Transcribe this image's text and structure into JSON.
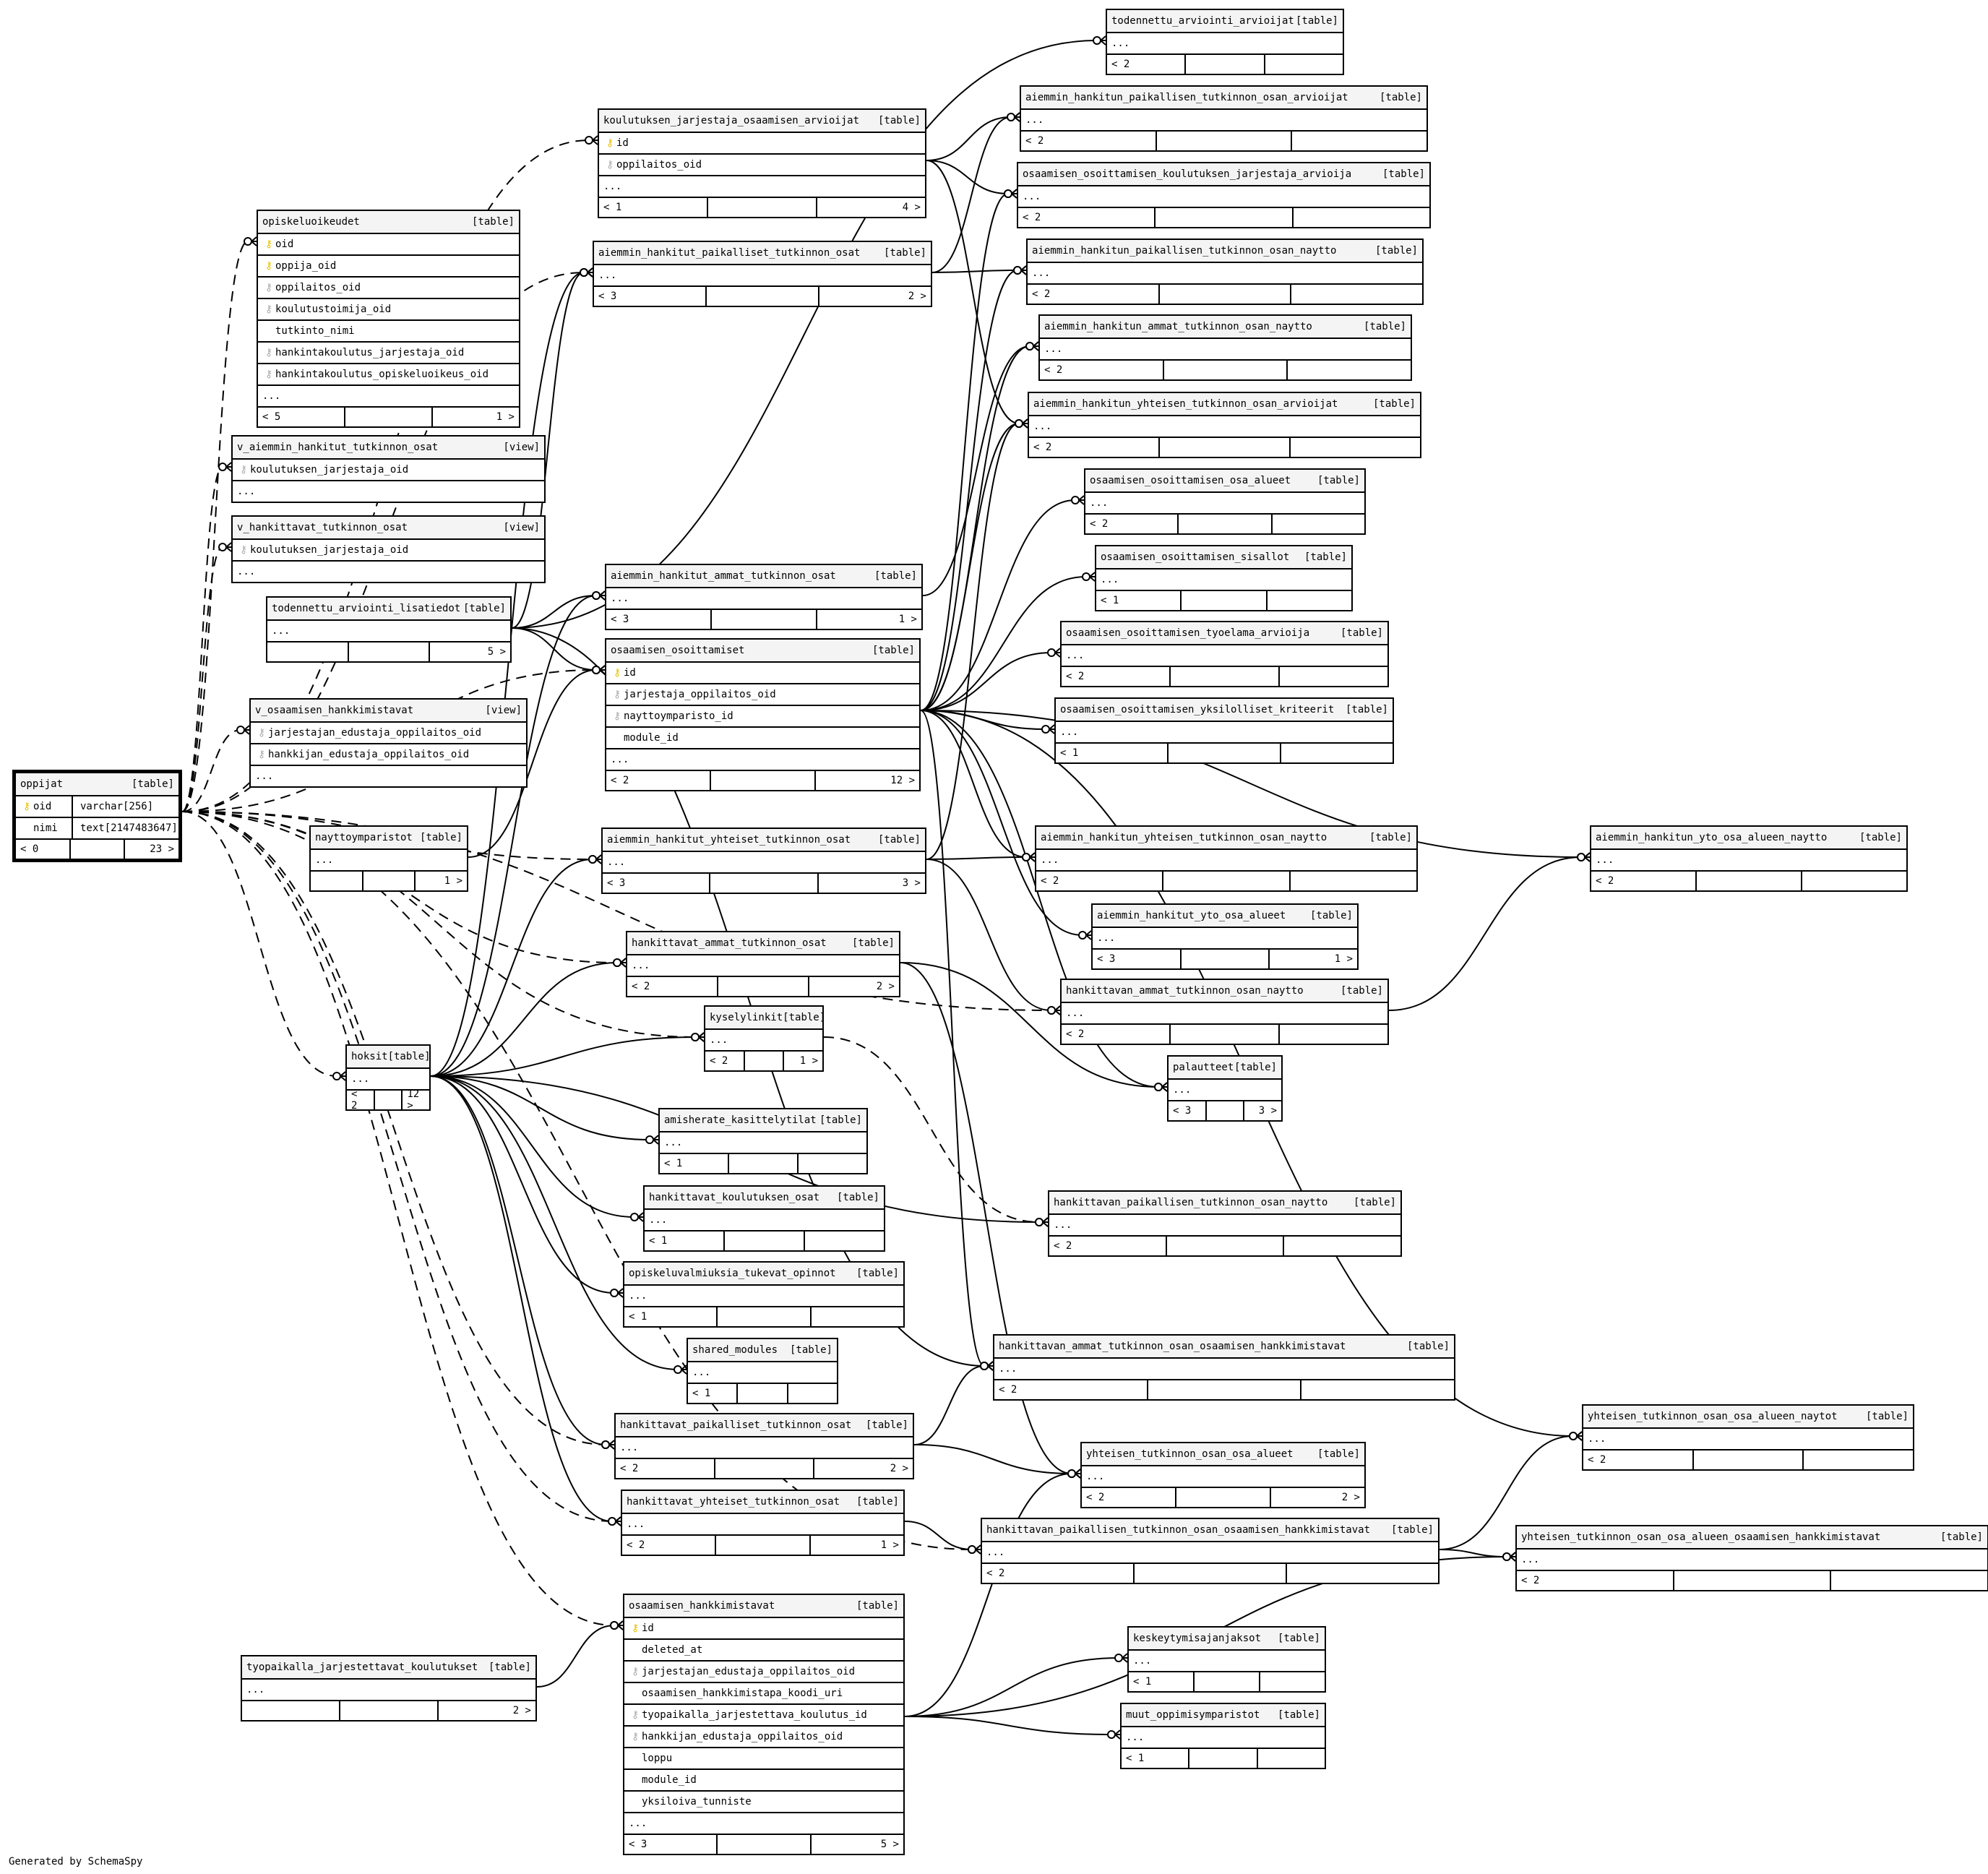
{
  "footer": "Generated by SchemaSpy",
  "tables": [
    {
      "name": "oppijat",
      "kind": "[table]",
      "columns": [
        {
          "key": "pk",
          "name": "oid",
          "type": "varchar[256]"
        },
        {
          "key": "",
          "name": "nimi",
          "type": "text[2147483647]"
        }
      ],
      "footer": [
        "< 0",
        "",
        "23 >"
      ]
    },
    {
      "name": "opiskeluoikeudet",
      "kind": "[table]",
      "columns": [
        {
          "key": "pk",
          "name": "oid"
        },
        {
          "key": "pk",
          "name": "oppija_oid"
        },
        {
          "key": "fk",
          "name": "oppilaitos_oid"
        },
        {
          "key": "fk",
          "name": "koulutustoimija_oid"
        },
        {
          "key": "",
          "name": "tutkinto_nimi"
        },
        {
          "key": "fk",
          "name": "hankintakoulutus_jarjestaja_oid"
        },
        {
          "key": "fk",
          "name": "hankintakoulutus_opiskeluoikeus_oid"
        },
        {
          "key": "",
          "name": "..."
        }
      ],
      "footer": [
        "< 5",
        "",
        "1 >"
      ]
    },
    {
      "name": "v_aiemmin_hankitut_tutkinnon_osat",
      "kind": "[view]",
      "columns": [
        {
          "key": "fk",
          "name": "koulutuksen_jarjestaja_oid"
        },
        {
          "key": "",
          "name": "..."
        }
      ],
      "footer": null
    },
    {
      "name": "v_hankittavat_tutkinnon_osat",
      "kind": "[view]",
      "columns": [
        {
          "key": "fk",
          "name": "koulutuksen_jarjestaja_oid"
        },
        {
          "key": "",
          "name": "..."
        }
      ],
      "footer": null
    },
    {
      "name": "todennettu_arviointi_lisatiedot",
      "kind": "[table]",
      "columns": [
        {
          "key": "",
          "name": "..."
        }
      ],
      "footer": [
        "",
        "",
        "5 >"
      ]
    },
    {
      "name": "v_osaamisen_hankkimistavat",
      "kind": "[view]",
      "columns": [
        {
          "key": "fk",
          "name": "jarjestajan_edustaja_oppilaitos_oid"
        },
        {
          "key": "fk",
          "name": "hankkijan_edustaja_oppilaitos_oid"
        },
        {
          "key": "",
          "name": "..."
        }
      ],
      "footer": null
    },
    {
      "name": "nayttoymparistot",
      "kind": "[table]",
      "columns": [
        {
          "key": "",
          "name": "..."
        }
      ],
      "footer": [
        "",
        "",
        "1 >"
      ]
    },
    {
      "name": "hoksit",
      "kind": "[table]",
      "columns": [
        {
          "key": "",
          "name": "..."
        }
      ],
      "footer": [
        "< 2",
        "",
        "12 >"
      ]
    },
    {
      "name": "tyopaikalla_jarjestettavat_koulutukset",
      "kind": "[table]",
      "columns": [
        {
          "key": "",
          "name": "..."
        }
      ],
      "footer": [
        "",
        "",
        "2 >"
      ]
    },
    {
      "name": "koulutuksen_jarjestaja_osaamisen_arvioijat",
      "kind": "[table]",
      "columns": [
        {
          "key": "pk",
          "name": "id"
        },
        {
          "key": "fk",
          "name": "oppilaitos_oid"
        },
        {
          "key": "",
          "name": "..."
        }
      ],
      "footer": [
        "< 1",
        "",
        "4 >"
      ]
    },
    {
      "name": "aiemmin_hankitut_paikalliset_tutkinnon_osat",
      "kind": "[table]",
      "columns": [
        {
          "key": "",
          "name": "..."
        }
      ],
      "footer": [
        "< 3",
        "",
        "2 >"
      ]
    },
    {
      "name": "aiemmin_hankitut_ammat_tutkinnon_osat",
      "kind": "[table]",
      "columns": [
        {
          "key": "",
          "name": "..."
        }
      ],
      "footer": [
        "< 3",
        "",
        "1 >"
      ]
    },
    {
      "name": "osaamisen_osoittamiset",
      "kind": "[table]",
      "columns": [
        {
          "key": "pk",
          "name": "id"
        },
        {
          "key": "fk",
          "name": "jarjestaja_oppilaitos_oid"
        },
        {
          "key": "fk",
          "name": "nayttoymparisto_id"
        },
        {
          "key": "",
          "name": "module_id"
        },
        {
          "key": "",
          "name": "..."
        }
      ],
      "footer": [
        "< 2",
        "",
        "12 >"
      ]
    },
    {
      "name": "aiemmin_hankitut_yhteiset_tutkinnon_osat",
      "kind": "[table]",
      "columns": [
        {
          "key": "",
          "name": "..."
        }
      ],
      "footer": [
        "< 3",
        "",
        "3 >"
      ]
    },
    {
      "name": "hankittavat_ammat_tutkinnon_osat",
      "kind": "[table]",
      "columns": [
        {
          "key": "",
          "name": "..."
        }
      ],
      "footer": [
        "< 2",
        "",
        "2 >"
      ]
    },
    {
      "name": "kyselylinkit",
      "kind": "[table]",
      "columns": [
        {
          "key": "",
          "name": "..."
        }
      ],
      "footer": [
        "< 2",
        "",
        "1 >"
      ]
    },
    {
      "name": "amisherate_kasittelytilat",
      "kind": "[table]",
      "columns": [
        {
          "key": "",
          "name": "..."
        }
      ],
      "footer": [
        "< 1",
        "",
        ""
      ]
    },
    {
      "name": "hankittavat_koulutuksen_osat",
      "kind": "[table]",
      "columns": [
        {
          "key": "",
          "name": "..."
        }
      ],
      "footer": [
        "< 1",
        "",
        ""
      ]
    },
    {
      "name": "opiskeluvalmiuksia_tukevat_opinnot",
      "kind": "[table]",
      "columns": [
        {
          "key": "",
          "name": "..."
        }
      ],
      "footer": [
        "< 1",
        "",
        ""
      ]
    },
    {
      "name": "shared_modules",
      "kind": "[table]",
      "columns": [
        {
          "key": "",
          "name": "..."
        }
      ],
      "footer": [
        "< 1",
        "",
        ""
      ]
    },
    {
      "name": "hankittavat_paikalliset_tutkinnon_osat",
      "kind": "[table]",
      "columns": [
        {
          "key": "",
          "name": "..."
        }
      ],
      "footer": [
        "< 2",
        "",
        "2 >"
      ]
    },
    {
      "name": "hankittavat_yhteiset_tutkinnon_osat",
      "kind": "[table]",
      "columns": [
        {
          "key": "",
          "name": "..."
        }
      ],
      "footer": [
        "< 2",
        "",
        "1 >"
      ]
    },
    {
      "name": "osaamisen_hankkimistavat",
      "kind": "[table]",
      "columns": [
        {
          "key": "pk",
          "name": "id"
        },
        {
          "key": "",
          "name": "deleted_at"
        },
        {
          "key": "fk",
          "name": "jarjestajan_edustaja_oppilaitos_oid"
        },
        {
          "key": "",
          "name": "osaamisen_hankkimistapa_koodi_uri"
        },
        {
          "key": "fk",
          "name": "tyopaikalla_jarjestettava_koulutus_id"
        },
        {
          "key": "fk",
          "name": "hankkijan_edustaja_oppilaitos_oid"
        },
        {
          "key": "",
          "name": "loppu"
        },
        {
          "key": "",
          "name": "module_id"
        },
        {
          "key": "",
          "name": "yksiloiva_tunniste"
        },
        {
          "key": "",
          "name": "..."
        }
      ],
      "footer": [
        "< 3",
        "",
        "5 >"
      ]
    },
    {
      "name": "todennettu_arviointi_arvioijat",
      "kind": "[table]",
      "columns": [
        {
          "key": "",
          "name": "..."
        }
      ],
      "footer": [
        "< 2",
        "",
        ""
      ]
    },
    {
      "name": "aiemmin_hankitun_paikallisen_tutkinnon_osan_arvioijat",
      "kind": "[table]",
      "columns": [
        {
          "key": "",
          "name": "..."
        }
      ],
      "footer": [
        "< 2",
        "",
        ""
      ]
    },
    {
      "name": "osaamisen_osoittamisen_koulutuksen_jarjestaja_arvioija",
      "kind": "[table]",
      "columns": [
        {
          "key": "",
          "name": "..."
        }
      ],
      "footer": [
        "< 2",
        "",
        ""
      ]
    },
    {
      "name": "aiemmin_hankitun_paikallisen_tutkinnon_osan_naytto",
      "kind": "[table]",
      "columns": [
        {
          "key": "",
          "name": "..."
        }
      ],
      "footer": [
        "< 2",
        "",
        ""
      ]
    },
    {
      "name": "aiemmin_hankitun_ammat_tutkinnon_osan_naytto",
      "kind": "[table]",
      "columns": [
        {
          "key": "",
          "name": "..."
        }
      ],
      "footer": [
        "< 2",
        "",
        ""
      ]
    },
    {
      "name": "aiemmin_hankitun_yhteisen_tutkinnon_osan_arvioijat",
      "kind": "[table]",
      "columns": [
        {
          "key": "",
          "name": "..."
        }
      ],
      "footer": [
        "< 2",
        "",
        ""
      ]
    },
    {
      "name": "osaamisen_osoittamisen_osa_alueet",
      "kind": "[table]",
      "columns": [
        {
          "key": "",
          "name": "..."
        }
      ],
      "footer": [
        "< 2",
        "",
        ""
      ]
    },
    {
      "name": "osaamisen_osoittamisen_sisallot",
      "kind": "[table]",
      "columns": [
        {
          "key": "",
          "name": "..."
        }
      ],
      "footer": [
        "< 1",
        "",
        ""
      ]
    },
    {
      "name": "osaamisen_osoittamisen_tyoelama_arvioija",
      "kind": "[table]",
      "columns": [
        {
          "key": "",
          "name": "..."
        }
      ],
      "footer": [
        "< 2",
        "",
        ""
      ]
    },
    {
      "name": "osaamisen_osoittamisen_yksilolliset_kriteerit",
      "kind": "[table]",
      "columns": [
        {
          "key": "",
          "name": "..."
        }
      ],
      "footer": [
        "< 1",
        "",
        ""
      ]
    },
    {
      "name": "aiemmin_hankitun_yhteisen_tutkinnon_osan_naytto",
      "kind": "[table]",
      "columns": [
        {
          "key": "",
          "name": "..."
        }
      ],
      "footer": [
        "< 2",
        "",
        ""
      ]
    },
    {
      "name": "aiemmin_hankitut_yto_osa_alueet",
      "kind": "[table]",
      "columns": [
        {
          "key": "",
          "name": "..."
        }
      ],
      "footer": [
        "< 3",
        "",
        "1 >"
      ]
    },
    {
      "name": "hankittavan_ammat_tutkinnon_osan_naytto",
      "kind": "[table]",
      "columns": [
        {
          "key": "",
          "name": "..."
        }
      ],
      "footer": [
        "< 2",
        "",
        ""
      ]
    },
    {
      "name": "palautteet",
      "kind": "[table]",
      "columns": [
        {
          "key": "",
          "name": "..."
        }
      ],
      "footer": [
        "< 3",
        "",
        "3 >"
      ]
    },
    {
      "name": "hankittavan_paikallisen_tutkinnon_osan_naytto",
      "kind": "[table]",
      "columns": [
        {
          "key": "",
          "name": "..."
        }
      ],
      "footer": [
        "< 2",
        "",
        ""
      ]
    },
    {
      "name": "hankittavan_ammat_tutkinnon_osan_osaamisen_hankkimistavat",
      "kind": "[table]",
      "columns": [
        {
          "key": "",
          "name": "..."
        }
      ],
      "footer": [
        "< 2",
        "",
        ""
      ]
    },
    {
      "name": "yhteisen_tutkinnon_osan_osa_alueet",
      "kind": "[table]",
      "columns": [
        {
          "key": "",
          "name": "..."
        }
      ],
      "footer": [
        "< 2",
        "",
        "2 >"
      ]
    },
    {
      "name": "hankittavan_paikallisen_tutkinnon_osan_osaamisen_hankkimistavat",
      "kind": "[table]",
      "columns": [
        {
          "key": "",
          "name": "..."
        }
      ],
      "footer": [
        "< 2",
        "",
        ""
      ]
    },
    {
      "name": "keskeytymisajanjaksot",
      "kind": "[table]",
      "columns": [
        {
          "key": "",
          "name": "..."
        }
      ],
      "footer": [
        "< 1",
        "",
        ""
      ]
    },
    {
      "name": "muut_oppimisymparistot",
      "kind": "[table]",
      "columns": [
        {
          "key": "",
          "name": "..."
        }
      ],
      "footer": [
        "< 1",
        "",
        ""
      ]
    },
    {
      "name": "aiemmin_hankitun_yto_osa_alueen_naytto",
      "kind": "[table]",
      "columns": [
        {
          "key": "",
          "name": "..."
        }
      ],
      "footer": [
        "< 2",
        "",
        ""
      ]
    },
    {
      "name": "yhteisen_tutkinnon_osan_osa_alueen_naytot",
      "kind": "[table]",
      "columns": [
        {
          "key": "",
          "name": "..."
        }
      ],
      "footer": [
        "< 2",
        "",
        ""
      ]
    },
    {
      "name": "yhteisen_tutkinnon_osan_osa_alueen_osaamisen_hankkimistavat",
      "kind": "[table]",
      "columns": [
        {
          "key": "",
          "name": "..."
        }
      ],
      "footer": [
        "< 2",
        "",
        ""
      ]
    }
  ]
}
